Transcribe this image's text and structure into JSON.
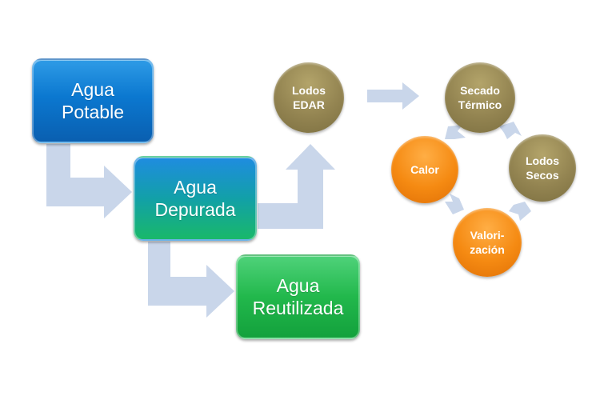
{
  "boxes": {
    "potable": {
      "line1": "Agua",
      "line2": "Potable"
    },
    "depurada": {
      "line1": "Agua",
      "line2": "Depurada"
    },
    "reutilizada": {
      "line1": "Agua",
      "line2": "Reutilizada"
    }
  },
  "circles": {
    "lodos_edar": {
      "line1": "Lodos",
      "line2": "EDAR"
    },
    "secado": {
      "line1": "Secado",
      "line2": "Térmico"
    },
    "lodos_secos": {
      "line1": "Lodos",
      "line2": "Secos"
    },
    "valorizacion": {
      "line1": "Valori-",
      "line2": "zación"
    },
    "calor": {
      "line1": "Calor"
    }
  },
  "colors": {
    "arrow": "#c9d6ea",
    "potable": "#0b78d0",
    "depurada": "#12a0a8",
    "reutilizada": "#22b84c",
    "olive": "#938451",
    "orange": "#f58a12"
  }
}
